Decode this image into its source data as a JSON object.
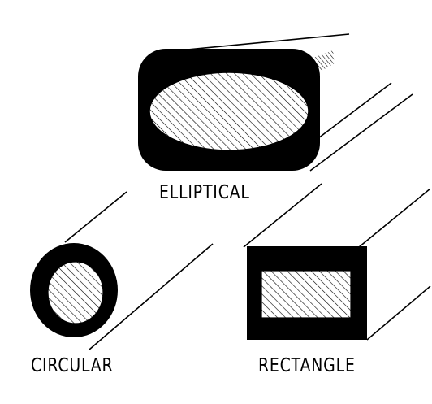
{
  "labels": {
    "elliptical": "ELLIPTICAL",
    "circular": "CIRCULAR",
    "rectangle": "RECTANGLE"
  },
  "colors": {
    "ink": "#000000",
    "paper": "#ffffff"
  }
}
